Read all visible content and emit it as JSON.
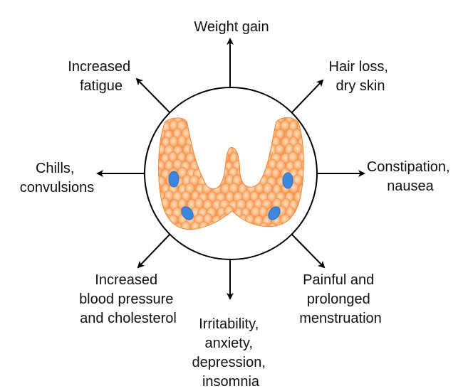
{
  "title": "Thyroid gland symptoms",
  "colors": {
    "gland": "#f7a05a",
    "gland_light": "#fcd2a8",
    "gland_edge": "#ee7a2e",
    "nodule": "#3d87e0",
    "outline": "#000000"
  },
  "symptoms": [
    {
      "id": "top",
      "lines": [
        "Weight gain"
      ]
    },
    {
      "id": "top-right",
      "lines": [
        "Hair loss,",
        "dry skin"
      ]
    },
    {
      "id": "right",
      "lines": [
        "Constipation,",
        "nausea"
      ]
    },
    {
      "id": "bottom-right",
      "lines": [
        "Painful and",
        "prolonged",
        "menstruation"
      ]
    },
    {
      "id": "bottom",
      "lines": [
        "Irritability,",
        "anxiety,",
        "depression,",
        "insomnia"
      ]
    },
    {
      "id": "bottom-left",
      "lines": [
        "Increased",
        "blood pressure",
        "and cholesterol"
      ]
    },
    {
      "id": "left",
      "lines": [
        "Chills,",
        "convulsions"
      ]
    },
    {
      "id": "top-left",
      "lines": [
        "Increased",
        "fatigue"
      ]
    }
  ]
}
